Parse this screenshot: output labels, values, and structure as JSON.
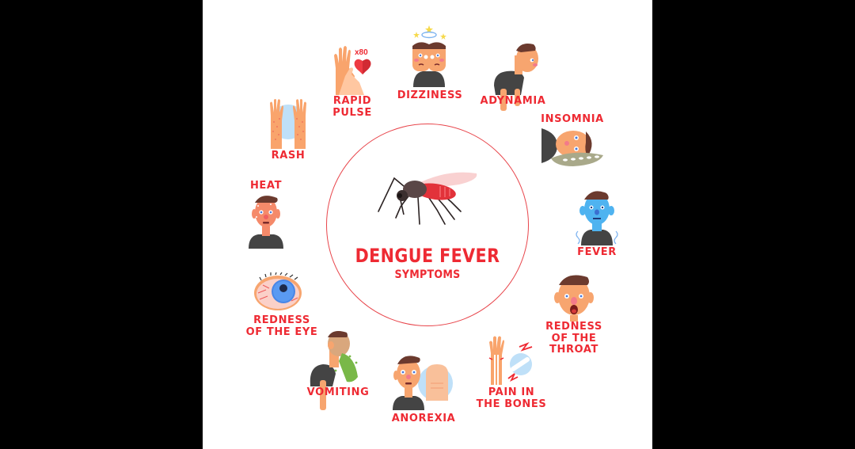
{
  "infographic": {
    "title": "DENGUE FEVER",
    "subtitle": "SYMPTOMS",
    "accent_color": "#ee2a33",
    "background_color": "#ffffff",
    "central_icon": "mosquito-icon"
  },
  "symptoms": [
    {
      "id": "rapid-pulse",
      "label": "RAPID\nPULSE",
      "line1": "RAPID",
      "line2": "PULSE",
      "icon": "hand-heart-icon",
      "badge": "x80"
    },
    {
      "id": "dizziness",
      "label": "DIZZINESS",
      "line1": "DIZZINESS",
      "icon": "dizzy-twin-face-icon"
    },
    {
      "id": "adynamia",
      "label": "ADYNAMIA",
      "line1": "ADYNAMIA",
      "icon": "slouching-man-icon"
    },
    {
      "id": "insomnia",
      "label": "INSOMNIA",
      "line1": "INSOMNIA",
      "icon": "man-on-pillow-icon"
    },
    {
      "id": "fever",
      "label": "FEVER",
      "line1": "FEVER",
      "icon": "shivering-blue-man-icon"
    },
    {
      "id": "redness-of-the-throat",
      "label": "REDNESS OF THE THROAT",
      "line1": "REDNESS",
      "line2": "OF THE",
      "line3": "THROAT",
      "icon": "open-mouth-face-icon"
    },
    {
      "id": "pain-in-the-bones",
      "label": "PAIN IN THE BONES",
      "line1": "PAIN IN",
      "line2": "THE BONES",
      "icon": "arm-bone-pain-icon"
    },
    {
      "id": "anorexia",
      "label": "ANOREXIA",
      "line1": "ANOREXIA",
      "icon": "man-with-bald-head-icon"
    },
    {
      "id": "vomiting",
      "label": "VOMITING",
      "line1": "VOMITING",
      "icon": "vomiting-man-icon"
    },
    {
      "id": "redness-of-the-eye",
      "label": "REDNESS OF THE EYE",
      "line1": "REDNESS",
      "line2": "OF THE EYE",
      "icon": "bloodshot-eye-icon"
    },
    {
      "id": "heat",
      "label": "HEAT",
      "line1": "HEAT",
      "icon": "sweating-man-icon"
    },
    {
      "id": "rash",
      "label": "RASH",
      "line1": "RASH",
      "icon": "spotted-hands-icon"
    }
  ]
}
